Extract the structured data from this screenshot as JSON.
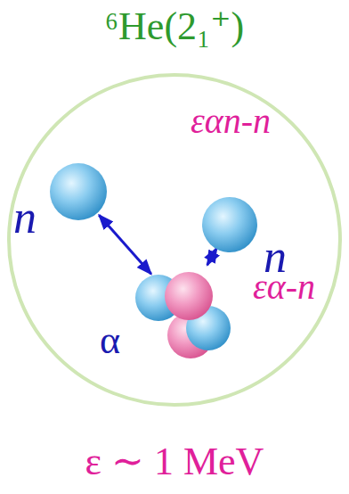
{
  "diagram": {
    "caption": "ε ∼ 1 MeV",
    "nodes": [
      {
        "text": [
          "⁶He(2₁⁺)"
        ]
      },
      {
        "text": [
          "n"
        ],
        "in": 0
      },
      {
        "text": [
          "n"
        ],
        "in": 0
      },
      {
        "text": [
          "α"
        ],
        "in": 0
      }
    ],
    "edges": [
      {
        "from": 1,
        "to": 3,
        "arrow": "both",
        "label": "εαn-n"
      },
      {
        "from": 3,
        "to": 2,
        "arrow": "both",
        "label": "εα-n"
      }
    ]
  }
}
